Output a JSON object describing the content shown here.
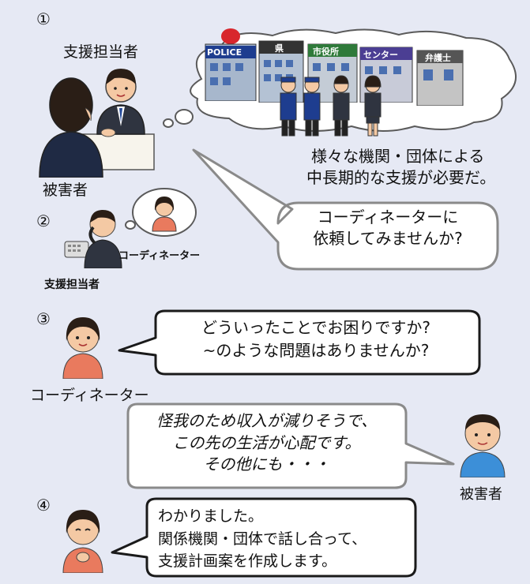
{
  "steps": {
    "step1": {
      "number": "①",
      "supporter_label": "支援担当者",
      "victim_label": "被害者",
      "thought_line1": "様々な機関・団体による",
      "thought_line2": "中長期的な支援が必要だ。",
      "suggest_line1": "コーディネーターに",
      "suggest_line2": "依頼してみませんか?",
      "buildings": [
        "POLICE",
        "県",
        "市役所",
        "センター",
        "弁護士"
      ]
    },
    "step2": {
      "number": "②",
      "coordinator_label": "コーディネーター",
      "supporter_label": "支援担当者"
    },
    "step3": {
      "number": "③",
      "coordinator_label": "コーディネーター",
      "victim_label": "被害者",
      "question_line1": "どういったことでお困りですか?",
      "question_line2": "~のような問題はありませんか?",
      "answer_line1": "怪我のため収入が減りそうで、",
      "answer_line2": "この先の生活が心配です。",
      "answer_line3": "その他にも・・・"
    },
    "step4": {
      "number": "④",
      "reply_line1": "わかりました。",
      "reply_line2": "関係機関・団体で話し合って、",
      "reply_line3": "支援計画案を作成します。"
    }
  },
  "colors": {
    "background": "#e6e9f4",
    "bubble_border": "#8a8a8a",
    "police_blue": "#1e3d8f",
    "siren_red": "#d8262c",
    "skin": "#f4c9a4",
    "hair": "#2a1e16",
    "coordinator_top": "#e97a5e"
  }
}
